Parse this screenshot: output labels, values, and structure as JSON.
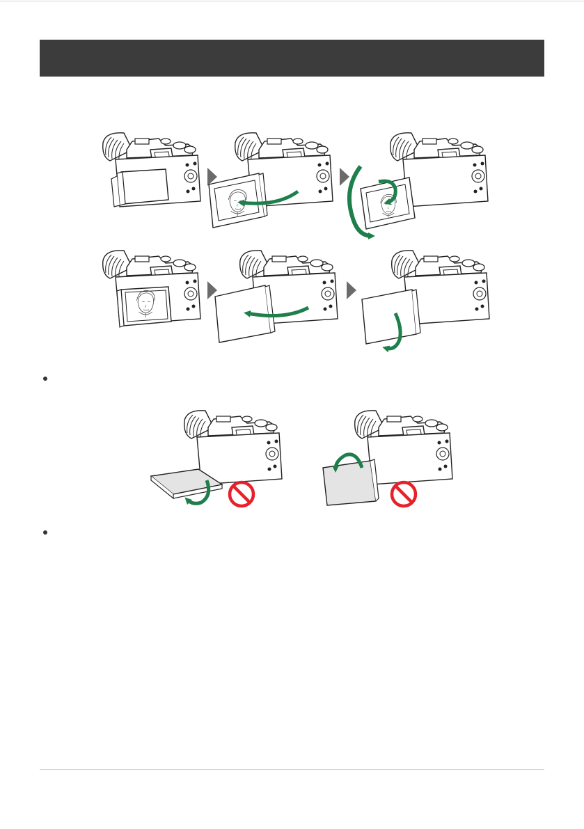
{
  "page": {
    "title": "",
    "colors": {
      "title_bar": "#3c3c3c",
      "arrow_green": "#1e7f4b",
      "no_red": "#e8202a",
      "step_arrow": "#6b6b6b",
      "line": "#222222"
    }
  },
  "figures": {
    "steps_row1": [
      "camera-monitor-closed",
      "monitor-swung-out-left",
      "monitor-rotated-selfie"
    ],
    "steps_row2": [
      "camera-monitor-facing-out",
      "monitor-swung-out-left",
      "monitor-flipped-down"
    ],
    "cautions": [
      "do-not-twist-down",
      "do-not-twist-up"
    ]
  },
  "icons": [
    "step-arrow-icon",
    "rotate-arrow-icon",
    "no-entry-icon"
  ]
}
